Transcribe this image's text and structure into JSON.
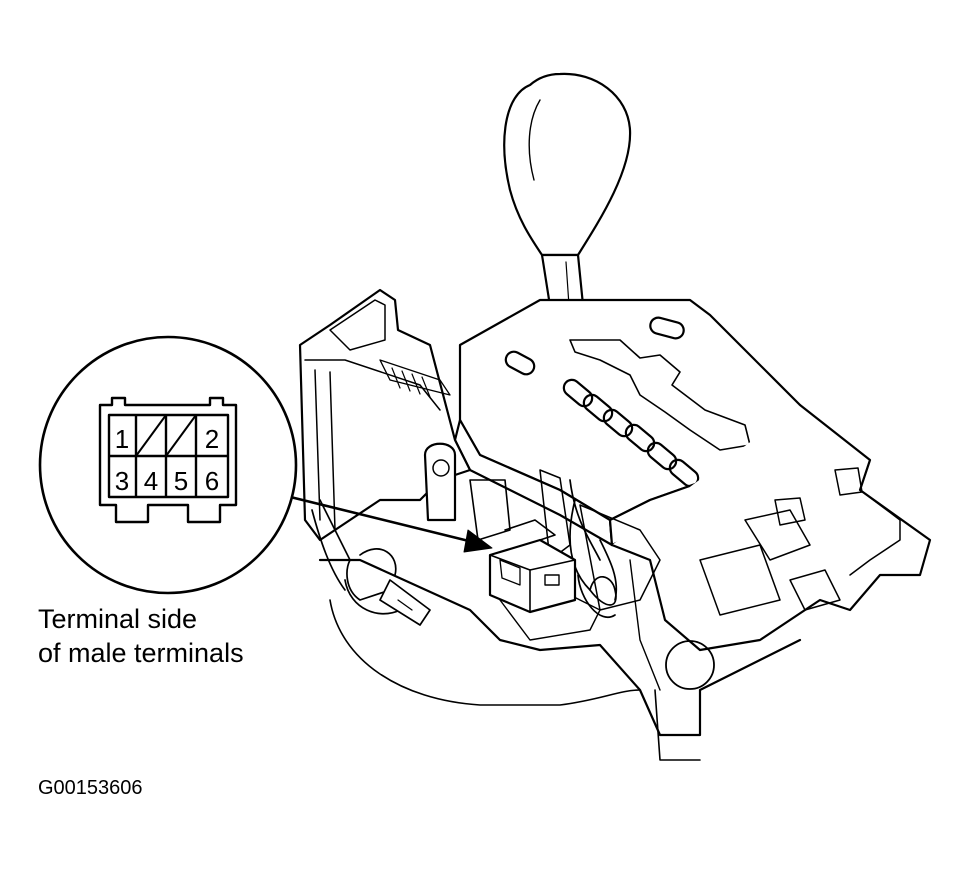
{
  "connector": {
    "pins_top": [
      "1",
      "2"
    ],
    "pins_bottom": [
      "3",
      "4",
      "5",
      "6"
    ]
  },
  "caption": {
    "line1": "Terminal side",
    "line2": "of male terminals"
  },
  "figure_id": "G00153606"
}
